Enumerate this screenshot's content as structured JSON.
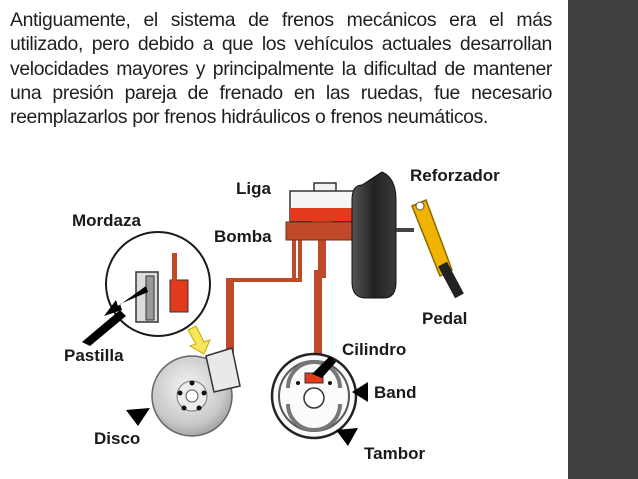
{
  "paragraph": "Antiguamente, el sistema de frenos mecánicos era el más utilizado, pero debido a que los vehículos actuales desarrollan velocidades mayores y principalmente la dificultad de mantener una presión pareja de frenado en las ruedas, fue necesario reemplazarlos por frenos hidráulicos o frenos neumáticos.",
  "labels": {
    "liga": "Liga",
    "bomba": "Bomba",
    "reforzador": "Reforzador",
    "mordaza": "Mordaza",
    "pastilla": "Pastilla",
    "disco": "Disco",
    "cilindro": "Cilindro",
    "band": "Band",
    "tambor": "Tambor",
    "pedal": "Pedal"
  },
  "colors": {
    "pipe": "#c0492a",
    "pedal": "#f0b400",
    "booster": "#2a2a2a",
    "fluid_reservoir": "#e23a1c",
    "sidebar": "#404040"
  }
}
